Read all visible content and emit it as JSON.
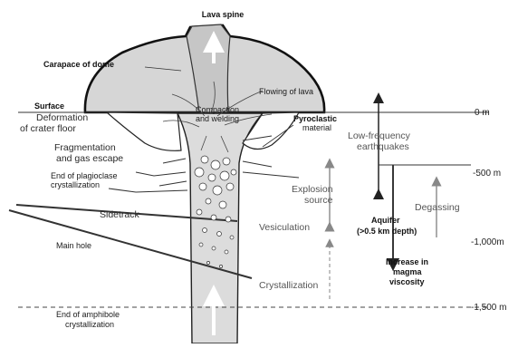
{
  "labels": {
    "lava_spine": "Lava spine",
    "carapace": "Carapace of dome",
    "flowing_lava": "Flowing of lava",
    "compaction_1": "Compaction",
    "compaction_2": "and welding",
    "surface": "Surface",
    "deformation_1": "Deformation",
    "deformation_2": "of crater floor",
    "pyroclastic_1": "Pyroclastic",
    "pyroclastic_2": "material",
    "low_freq_1": "Low-frequency",
    "low_freq_2": "earthquakes",
    "fragmentation_1": "Fragmentation",
    "fragmentation_2": "and gas escape",
    "plagioclase_1": "End of plagioclase",
    "plagioclase_2": "crystallization",
    "explosion_1": "Explosion",
    "explosion_2": "source",
    "degassing": "Degassing",
    "sidetrack": "Sidetrack",
    "vesiculation": "Vesiculation",
    "aquifer_1": "Aquifer",
    "aquifer_2": "(>0.5 km depth)",
    "main_hole": "Main hole",
    "increase_1": "Increase in",
    "increase_2": "magma",
    "increase_3": "viscosity",
    "crystallization": "Crystallization",
    "amphibole_1": "End of amphibole",
    "amphibole_2": "crystallization"
  },
  "depth_scale": [
    "0 m",
    "-500 m",
    "-1,000m",
    "-1,500 m"
  ],
  "colors": {
    "dome_fill": "#d6d6d6",
    "conduit_fill": "#dcdcdc",
    "ink": "#1a1a1a"
  }
}
